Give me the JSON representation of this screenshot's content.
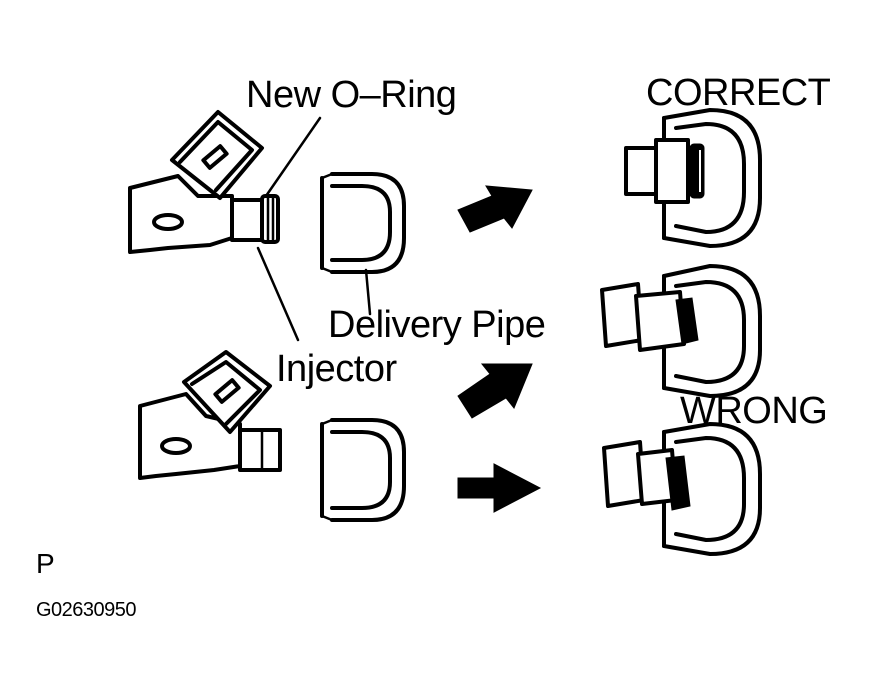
{
  "labels": {
    "new_o_ring": "New O–Ring",
    "delivery_pipe": "Delivery Pipe",
    "injector": "Injector",
    "correct": "CORRECT",
    "wrong": "WRONG",
    "p_mark": "P",
    "figure_code": "G02630950"
  },
  "colors": {
    "ink": "#000000",
    "background": "#ffffff"
  }
}
